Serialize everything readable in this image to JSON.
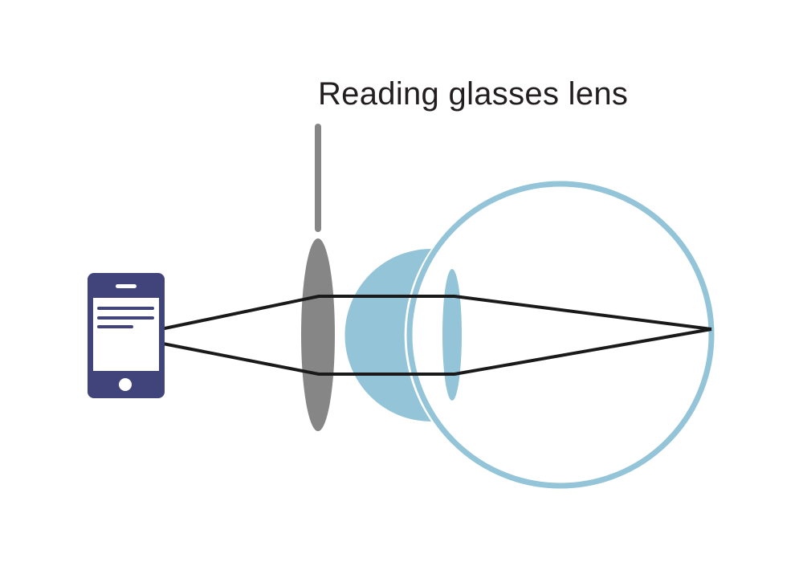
{
  "label": {
    "text": "Reading glasses lens"
  },
  "colors": {
    "background": "#ffffff",
    "label_text": "#231f20",
    "phone_body": "#41447a",
    "phone_screen": "#ffffff",
    "reading_lens": "#868686",
    "eye": "#93c4d8",
    "light_rays": "#1a1a1a"
  },
  "icons": {
    "phone": "smartphone-icon",
    "eye": "eye-cross-section",
    "reading_lens": "convex-lens",
    "eye_lens": "crystalline-lens"
  }
}
